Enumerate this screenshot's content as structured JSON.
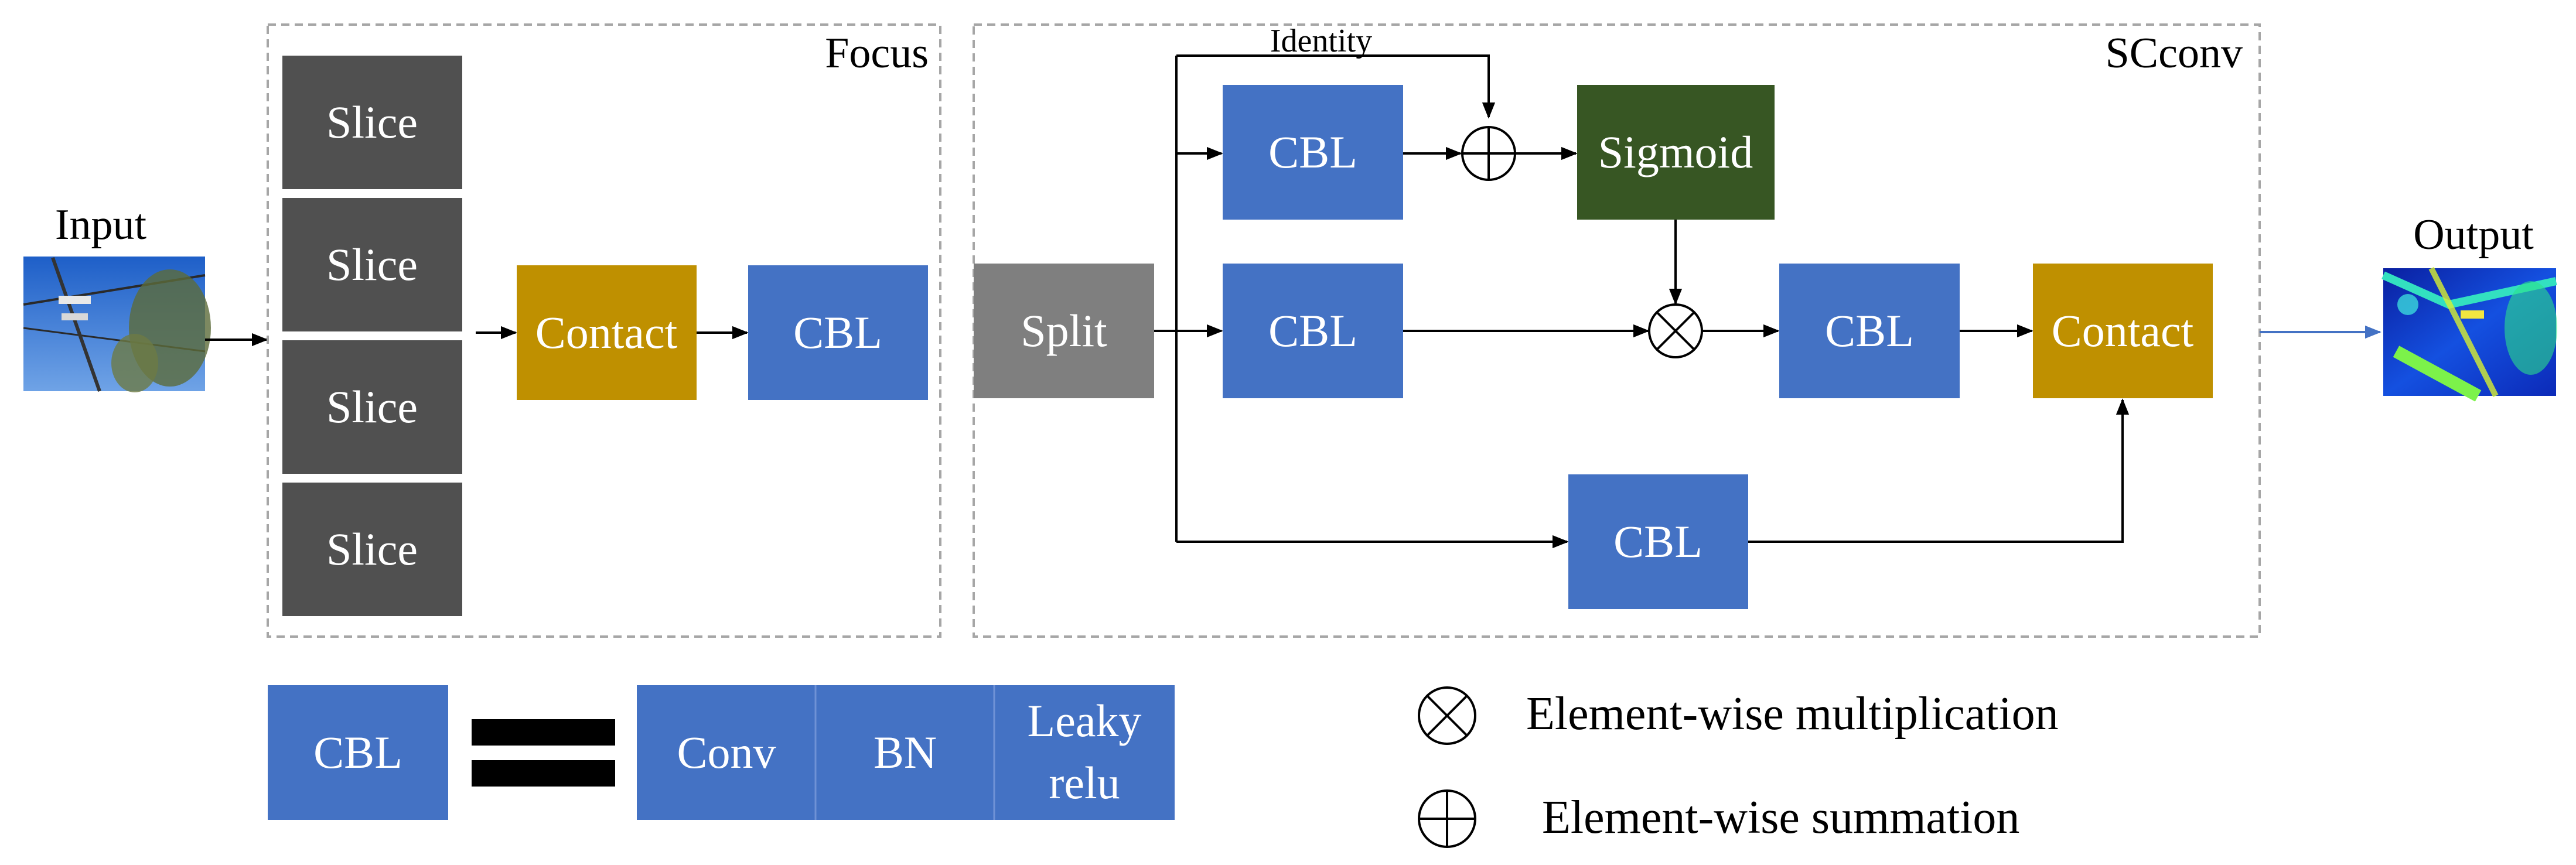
{
  "colors": {
    "slice": "#505050",
    "cbl": "#4472C4",
    "contact": "#BF9000",
    "sigmoid": "#375623",
    "split": "#7F7F7F",
    "frame": "#A6A6A6",
    "arrow": "#000000",
    "output_arrow": "#4472C4"
  },
  "input": {
    "label": "Input",
    "image": "power-line-photo"
  },
  "output": {
    "label": "Output",
    "image": "power-line-feature-map"
  },
  "focus": {
    "title": "Focus",
    "slices": [
      "Slice",
      "Slice",
      "Slice",
      "Slice"
    ],
    "contact": "Contact",
    "cbl": "CBL"
  },
  "scconv": {
    "title": "SCconv",
    "split": "Split",
    "identity_label": "Identity",
    "cbl_top": "CBL",
    "sigmoid": "Sigmoid",
    "cbl_mid": "CBL",
    "cbl_after_mult": "CBL",
    "contact": "Contact",
    "cbl_bottom": "CBL"
  },
  "legend": {
    "cbl": "CBL",
    "conv": "Conv",
    "bn": "BN",
    "leaky_line1": "Leaky",
    "leaky_line2": "relu",
    "multiplication": "Element-wise multiplication",
    "summation": "Element-wise summation"
  }
}
